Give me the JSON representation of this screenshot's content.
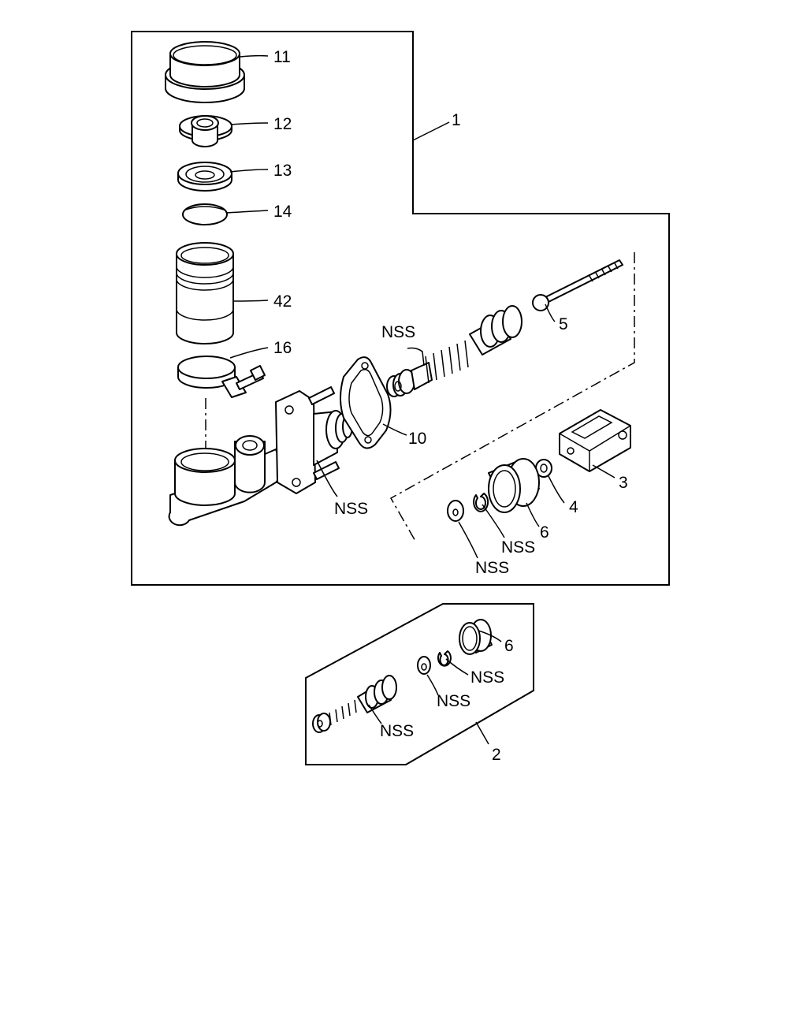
{
  "callouts": {
    "c1": "1",
    "c2": "2",
    "c3": "3",
    "c4": "4",
    "c5": "5",
    "c6_main": "6",
    "c6_kit": "6",
    "c10": "10",
    "c11": "11",
    "c12": "12",
    "c13": "13",
    "c14": "14",
    "c16": "16",
    "c42": "42",
    "nss_piston": "NSS",
    "nss_studs": "NSS",
    "nss_snapring": "NSS",
    "nss_washer": "NSS",
    "nss_kit_snapring": "NSS",
    "nss_kit_washer": "NSS",
    "nss_kit_piston": "NSS"
  }
}
